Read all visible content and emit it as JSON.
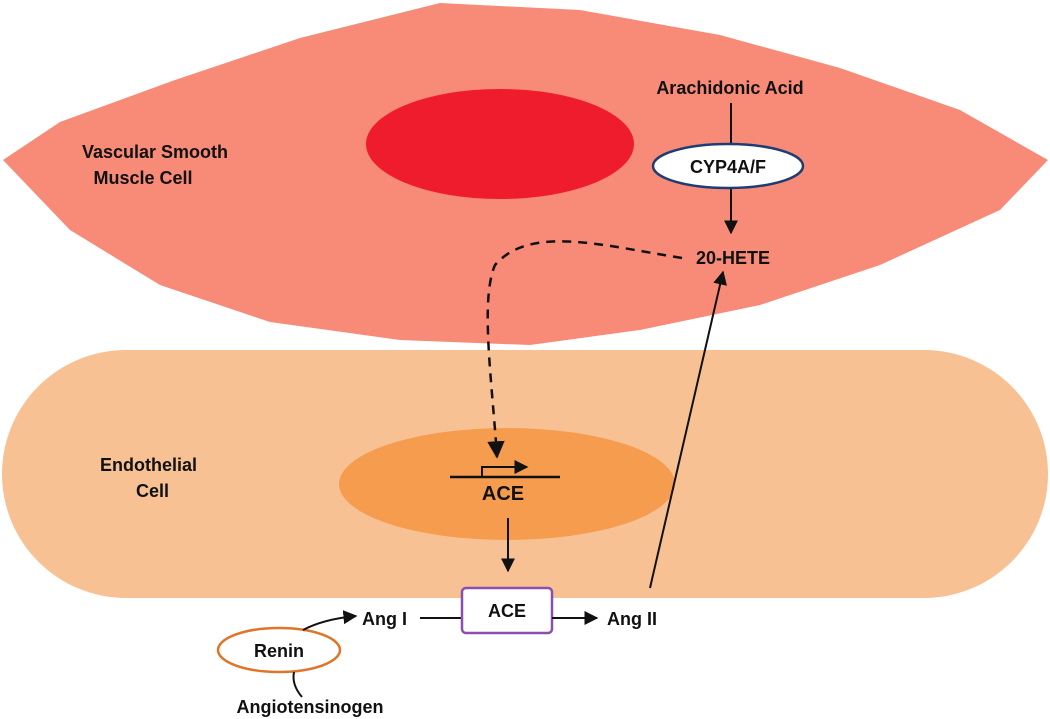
{
  "colors": {
    "smooth_muscle_cell": "#f88a78",
    "smooth_muscle_nucleus": "#ef1c2e",
    "endothelial_cell": "#f8c194",
    "endothelial_nucleus": "#f69c4f",
    "enzyme_border_blue": "#1f3c73",
    "enzyme_border_purple": "#8b4fb0",
    "enzyme_border_orange": "#de7528",
    "arrow": "#111111"
  },
  "labels": {
    "vsmc_line1": "Vascular Smooth",
    "vsmc_line2": "Muscle Cell",
    "endothelial_line1": "Endothelial",
    "endothelial_line2": "Cell",
    "arachidonic_acid": "Arachidonic Acid",
    "cyp4af": "CYP4A/F",
    "hete": "20-HETE",
    "ace_gene": "ACE",
    "ace_enzyme": "ACE",
    "ang1": "Ang I",
    "ang2": "Ang II",
    "renin": "Renin",
    "angiotensinogen": "Angiotensinogen"
  }
}
